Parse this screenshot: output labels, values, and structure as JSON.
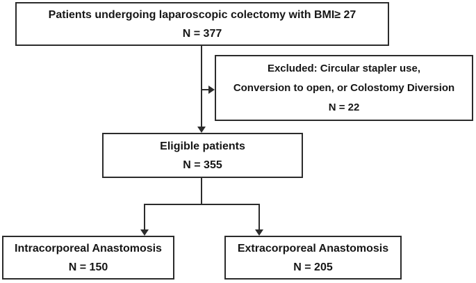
{
  "figure": {
    "type": "patient-flow-diagram",
    "colors": {
      "border": "#2b2b2b",
      "text": "#161616",
      "background": "#ffffff"
    },
    "nodes": [
      {
        "id": "population",
        "lines": [
          "Patients undergoing laparoscopic colectomy with BMI≥ 27",
          "N = 377"
        ]
      },
      {
        "id": "excluded",
        "lines": [
          "Excluded: Circular stapler use,",
          "Conversion to open, or Colostomy Diversion",
          "N = 22"
        ]
      },
      {
        "id": "eligible",
        "lines": [
          "Eligible patients",
          "N = 355"
        ]
      },
      {
        "id": "intracorporeal",
        "lines": [
          "Intracorporeal Anastomosis",
          "N = 150"
        ]
      },
      {
        "id": "extracorporeal",
        "lines": [
          "Extracorporeal Anastomosis",
          "N = 205"
        ]
      }
    ],
    "edges": [
      {
        "from": "population",
        "to": "eligible"
      },
      {
        "from": "population",
        "to": "excluded"
      },
      {
        "from": "eligible",
        "to": "intracorporeal"
      },
      {
        "from": "eligible",
        "to": "extracorporeal"
      }
    ]
  }
}
